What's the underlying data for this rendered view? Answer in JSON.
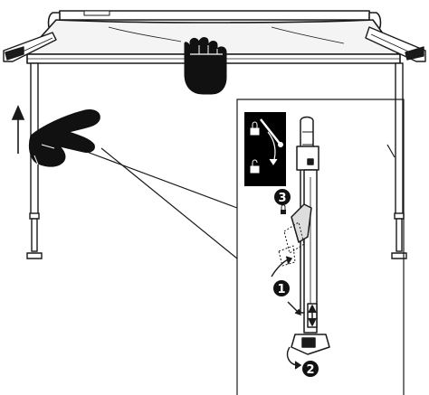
{
  "illustration": {
    "steps": [
      {
        "number": "1"
      },
      {
        "number": "2"
      },
      {
        "number": "3"
      }
    ],
    "icons": {
      "hand_grip": "hand-grip-icon",
      "hand_lift": "hand-lift-icon",
      "lock_closed": "lock-closed-icon",
      "lock_open": "lock-open-icon",
      "arrow_up": "arrow-up-icon"
    },
    "colors": {
      "line": "#1a1a1a",
      "fill_dark": "#111111",
      "canopy": "#f4f4f4",
      "inset_panel": "#000000"
    }
  }
}
